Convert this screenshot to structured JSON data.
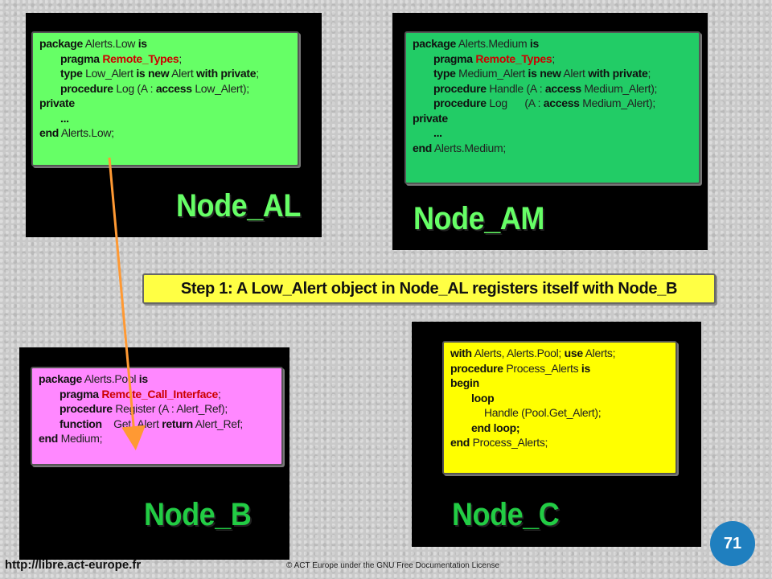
{
  "node_al": {
    "label": "Node_AL",
    "code": [
      [
        {
          "t": "package",
          "k": "kw"
        },
        {
          "t": " Alerts.Low "
        },
        {
          "t": "is",
          "k": "kw"
        }
      ],
      [
        {
          "t": "pragma ",
          "k": "kw"
        },
        {
          "t": "Remote_Types",
          "k": "red"
        },
        {
          "t": ";"
        }
      ],
      [
        {
          "t": "type",
          "k": "kw"
        },
        {
          "t": " Low_Alert "
        },
        {
          "t": "is new",
          "k": "kw"
        },
        {
          "t": " Alert "
        },
        {
          "t": "with private",
          "k": "kw"
        },
        {
          "t": ";"
        }
      ],
      [
        {
          "t": "procedure",
          "k": "kw"
        },
        {
          "t": " Log (A : "
        },
        {
          "t": "access",
          "k": "kw"
        },
        {
          "t": " Low_Alert);"
        }
      ],
      [
        {
          "t": "private",
          "k": "kw"
        }
      ],
      [
        {
          "t": "...",
          "k": "kw"
        }
      ],
      [
        {
          "t": "end",
          "k": "kw"
        },
        {
          "t": " Alerts.Low;"
        }
      ]
    ]
  },
  "node_am": {
    "label": "Node_AM",
    "code": [
      [
        {
          "t": "package",
          "k": "kw"
        },
        {
          "t": " Alerts.Medium "
        },
        {
          "t": "is",
          "k": "kw"
        }
      ],
      [
        {
          "t": "pragma ",
          "k": "kw"
        },
        {
          "t": "Remote_Types",
          "k": "red"
        },
        {
          "t": ";"
        }
      ],
      [
        {
          "t": "type",
          "k": "kw"
        },
        {
          "t": " Medium_Alert "
        },
        {
          "t": "is new",
          "k": "kw"
        },
        {
          "t": " Alert "
        },
        {
          "t": "with private",
          "k": "kw"
        },
        {
          "t": ";"
        }
      ],
      [
        {
          "t": "procedure",
          "k": "kw"
        },
        {
          "t": " Handle (A : "
        },
        {
          "t": "access",
          "k": "kw"
        },
        {
          "t": " Medium_Alert);"
        }
      ],
      [
        {
          "t": "procedure",
          "k": "kw"
        },
        {
          "t": " Log      (A : "
        },
        {
          "t": "access",
          "k": "kw"
        },
        {
          "t": " Medium_Alert);"
        }
      ],
      [
        {
          "t": "private",
          "k": "kw"
        }
      ],
      [
        {
          "t": "...",
          "k": "kw"
        }
      ],
      [
        {
          "t": "end",
          "k": "kw"
        },
        {
          "t": " Alerts.Medium;"
        }
      ]
    ]
  },
  "node_b": {
    "label": "Node_B",
    "code": [
      [
        {
          "t": "package",
          "k": "kw"
        },
        {
          "t": " Alerts.Pool "
        },
        {
          "t": "is",
          "k": "kw"
        }
      ],
      [
        {
          "t": "pragma ",
          "k": "kw"
        },
        {
          "t": "Remote_Call_Interface",
          "k": "red"
        },
        {
          "t": ";"
        }
      ],
      [
        {
          "t": "procedure",
          "k": "kw"
        },
        {
          "t": " Register (A : Alert_Ref);"
        }
      ],
      [
        {
          "t": "function",
          "k": "kw"
        },
        {
          "t": "    Get_Alert "
        },
        {
          "t": "return",
          "k": "kw"
        },
        {
          "t": " Alert_Ref;"
        }
      ],
      [
        {
          "t": "end",
          "k": "kw"
        },
        {
          "t": " Medium;"
        }
      ]
    ]
  },
  "node_c": {
    "label": "Node_C",
    "code": [
      [
        {
          "t": "with",
          "k": "kw"
        },
        {
          "t": " Alerts, Alerts.Pool; "
        },
        {
          "t": "use",
          "k": "kw"
        },
        {
          "t": " Alerts;"
        }
      ],
      [
        {
          "t": "procedure",
          "k": "kw"
        },
        {
          "t": " Process_Alerts "
        },
        {
          "t": "is",
          "k": "kw"
        }
      ],
      [
        {
          "t": "begin",
          "k": "kw"
        }
      ],
      [
        {
          "t": "loop",
          "k": "kw"
        }
      ],
      [
        {
          "t": "Handle (Pool.Get_Alert);"
        }
      ],
      [
        {
          "t": "end loop;",
          "k": "kw"
        }
      ],
      [
        {
          "t": "end",
          "k": "kw"
        },
        {
          "t": " Process_Alerts;"
        }
      ]
    ]
  },
  "step_text": "Step 1: A Low_Alert object in Node_AL registers itself with Node_B",
  "page_number": "71",
  "footer_url": "http://libre.act-europe.fr",
  "footer_copyright": "© ACT Europe under the GNU Free Documentation License",
  "colors": {
    "node_al": "#66ff66",
    "node_am": "#22cc66",
    "node_b": "#ff88ff",
    "node_c": "#ffff00",
    "label_al_am": "#66ff66",
    "label_b_c": "#22cc44",
    "arrow": "#ff9933",
    "page_badge": "#1f7fbf"
  }
}
